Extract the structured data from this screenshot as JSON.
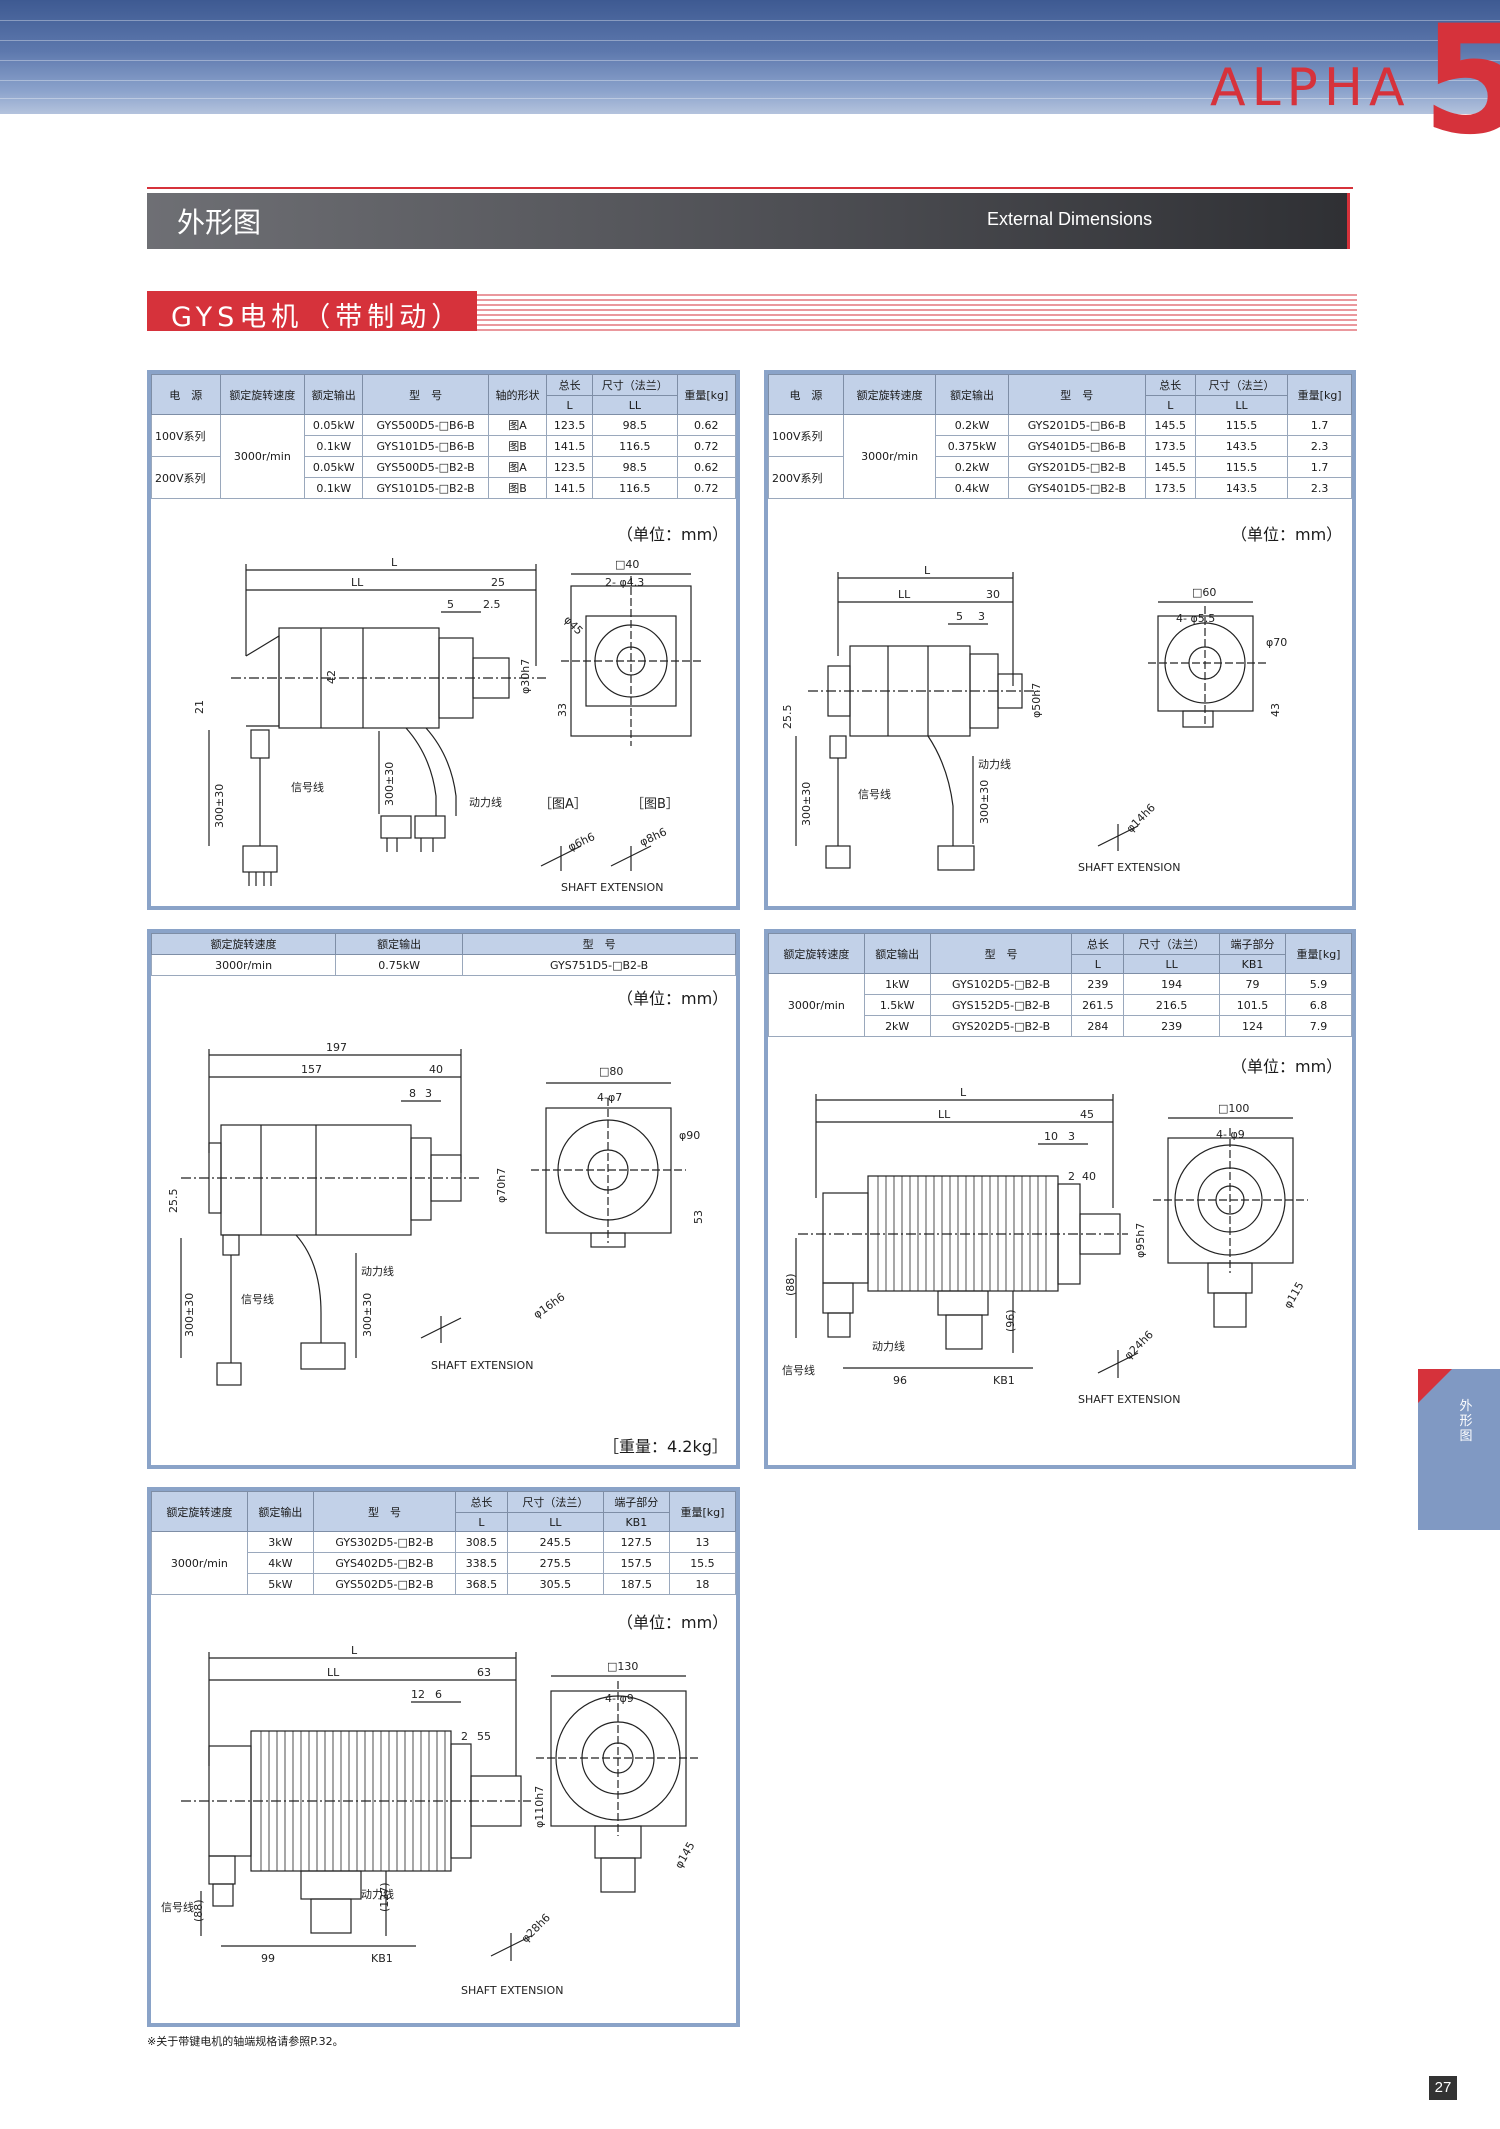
{
  "header": {
    "logo_text": "ALPHA",
    "logo_numeral": "5"
  },
  "section": {
    "title_cn": "外形图",
    "title_en": "External Dimensions",
    "subtitle": "GYS电机（带制动）"
  },
  "unit_label": "（单位：mm）",
  "shaft_extension": "SHAFT EXTENSION",
  "labels": {
    "signal_line": "信号线",
    "power_line": "动力线",
    "fig_a": "［图A］",
    "fig_b": "［图B］"
  },
  "panel1": {
    "headers": [
      "电　源",
      "额定旋转速度",
      "额定输出",
      "型　号",
      "轴的形状",
      "总长",
      "尺寸（法兰）",
      "重量[kg]"
    ],
    "subheaders": [
      "L",
      "LL"
    ],
    "power_labels": [
      "100V系列",
      "200V系列"
    ],
    "speed": "3000r/min",
    "rows": [
      [
        "0.05kW",
        "GYS500D5-□B6-B",
        "图A",
        "123.5",
        "98.5",
        "0.62"
      ],
      [
        "0.1kW",
        "GYS101D5-□B6-B",
        "图B",
        "141.5",
        "116.5",
        "0.72"
      ],
      [
        "0.05kW",
        "GYS500D5-□B2-B",
        "图A",
        "123.5",
        "98.5",
        "0.62"
      ],
      [
        "0.1kW",
        "GYS101D5-□B2-B",
        "图B",
        "141.5",
        "116.5",
        "0.72"
      ]
    ],
    "dims": {
      "L": "L",
      "LL": "LL",
      "d25": "25",
      "d5": "5",
      "d2_5": "2.5",
      "sq": "□40",
      "holes": "2- φ4.3",
      "d45": "φ45",
      "d30h7": "φ30h7",
      "d42": "42",
      "d33": "33",
      "d21": "21",
      "d300a": "300±30",
      "d300b": "300±30",
      "phi6": "φ6h6",
      "phi8": "φ8h6"
    }
  },
  "panel2": {
    "headers": [
      "电　源",
      "额定旋转速度",
      "额定输出",
      "型　号",
      "总长",
      "尺寸（法兰）",
      "重量[kg]"
    ],
    "subheaders": [
      "L",
      "LL"
    ],
    "power_labels": [
      "100V系列",
      "200V系列"
    ],
    "speed": "3000r/min",
    "rows": [
      [
        "0.2kW",
        "GYS201D5-□B6-B",
        "145.5",
        "115.5",
        "1.7"
      ],
      [
        "0.375kW",
        "GYS401D5-□B6-B",
        "173.5",
        "143.5",
        "2.3"
      ],
      [
        "0.2kW",
        "GYS201D5-□B2-B",
        "145.5",
        "115.5",
        "1.7"
      ],
      [
        "0.4kW",
        "GYS401D5-□B2-B",
        "173.5",
        "143.5",
        "2.3"
      ]
    ],
    "dims": {
      "L": "L",
      "LL": "LL",
      "d30": "30",
      "d5": "5",
      "d3": "3",
      "sq": "□60",
      "holes": "4- φ5.5",
      "d70": "φ70",
      "d50h7": "φ50h7",
      "d43": "43",
      "d25_5": "25.5",
      "d300a": "300±30",
      "d300b": "300±30",
      "phi14": "φ14h6"
    }
  },
  "panel3": {
    "headers": [
      "额定旋转速度",
      "额定输出",
      "型　号"
    ],
    "row": [
      "3000r/min",
      "0.75kW",
      "GYS751D5-□B2-B"
    ],
    "weight": "［重量：4.2kg］",
    "dims": {
      "d197": "197",
      "d157": "157",
      "d40": "40",
      "d8": "8",
      "d3": "3",
      "sq": "□80",
      "holes": "4-φ7",
      "d90": "φ90",
      "d70h7": "φ70h7",
      "d53": "53",
      "d25_5": "25.5",
      "d300a": "300±30",
      "d300b": "300±30",
      "phi16": "φ16h6"
    }
  },
  "panel4": {
    "headers": [
      "额定旋转速度",
      "额定输出",
      "型　号",
      "总长",
      "尺寸（法兰）",
      "端子部分",
      "重量[kg]"
    ],
    "subheaders": [
      "L",
      "LL",
      "KB1"
    ],
    "speed": "3000r/min",
    "rows": [
      [
        "1kW",
        "GYS102D5-□B2-B",
        "239",
        "194",
        "79",
        "5.9"
      ],
      [
        "1.5kW",
        "GYS152D5-□B2-B",
        "261.5",
        "216.5",
        "101.5",
        "6.8"
      ],
      [
        "2kW",
        "GYS202D5-□B2-B",
        "284",
        "239",
        "124",
        "7.9"
      ]
    ],
    "dims": {
      "L": "L",
      "LL": "LL",
      "d45": "45",
      "d10": "10",
      "d3": "3",
      "d40": "40",
      "d2": "2",
      "sq": "□100",
      "holes": "4- φ9",
      "d95h7": "φ95h7",
      "d115": "φ115",
      "d88": "(88)",
      "d96v": "(96)",
      "d96": "96",
      "kb1": "KB1",
      "phi24": "φ24h6"
    }
  },
  "panel5": {
    "headers": [
      "额定旋转速度",
      "额定输出",
      "型　号",
      "总长",
      "尺寸（法兰）",
      "端子部分",
      "重量[kg]"
    ],
    "subheaders": [
      "L",
      "LL",
      "KB1"
    ],
    "speed": "3000r/min",
    "rows": [
      [
        "3kW",
        "GYS302D5-□B2-B",
        "308.5",
        "245.5",
        "127.5",
        "13"
      ],
      [
        "4kW",
        "GYS402D5-□B2-B",
        "338.5",
        "275.5",
        "157.5",
        "15.5"
      ],
      [
        "5kW",
        "GYS502D5-□B2-B",
        "368.5",
        "305.5",
        "187.5",
        "18"
      ]
    ],
    "dims": {
      "L": "L",
      "LL": "LL",
      "d63": "63",
      "d12": "12",
      "d6": "6",
      "d2": "2",
      "d55": "55",
      "sq": "□130",
      "holes": "4- φ9",
      "d110h7": "φ110h7",
      "d145": "φ145",
      "d127": "(127)",
      "d88": "(88)",
      "d99": "99",
      "kb1": "KB1",
      "phi28": "φ28h6"
    }
  },
  "side_tab": "外\n形\n图",
  "footnote": "※关于带键电机的轴端规格请参照P.32。",
  "page_number": "27",
  "colors": {
    "accent_red": "#d6323b",
    "header_blue": "#5d78ad",
    "panel_border": "#8aa3c8",
    "table_header": "#c2d1e8"
  }
}
